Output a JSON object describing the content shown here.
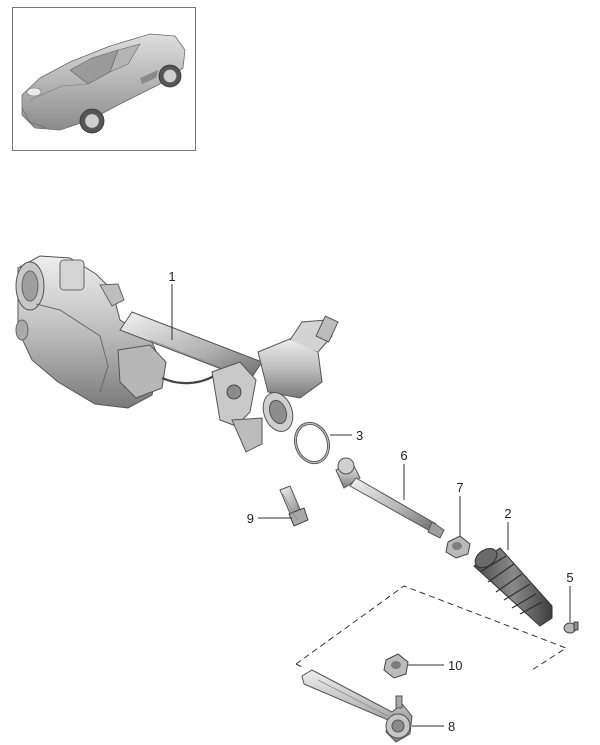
{
  "thumbnail": {
    "label": "vehicle-thumbnail"
  },
  "callouts": [
    {
      "id": "1",
      "text": "1"
    },
    {
      "id": "2",
      "text": "2"
    },
    {
      "id": "3",
      "text": "3"
    },
    {
      "id": "5",
      "text": "5"
    },
    {
      "id": "6",
      "text": "6"
    },
    {
      "id": "7",
      "text": "7"
    },
    {
      "id": "8",
      "text": "8"
    },
    {
      "id": "9",
      "text": "9"
    },
    {
      "id": "10",
      "text": "10"
    }
  ],
  "colors": {
    "part_light": "#d9d9d9",
    "part_mid": "#a9a9a9",
    "part_dark": "#6e6e6e",
    "line": "#333333",
    "frame": "#777777"
  }
}
